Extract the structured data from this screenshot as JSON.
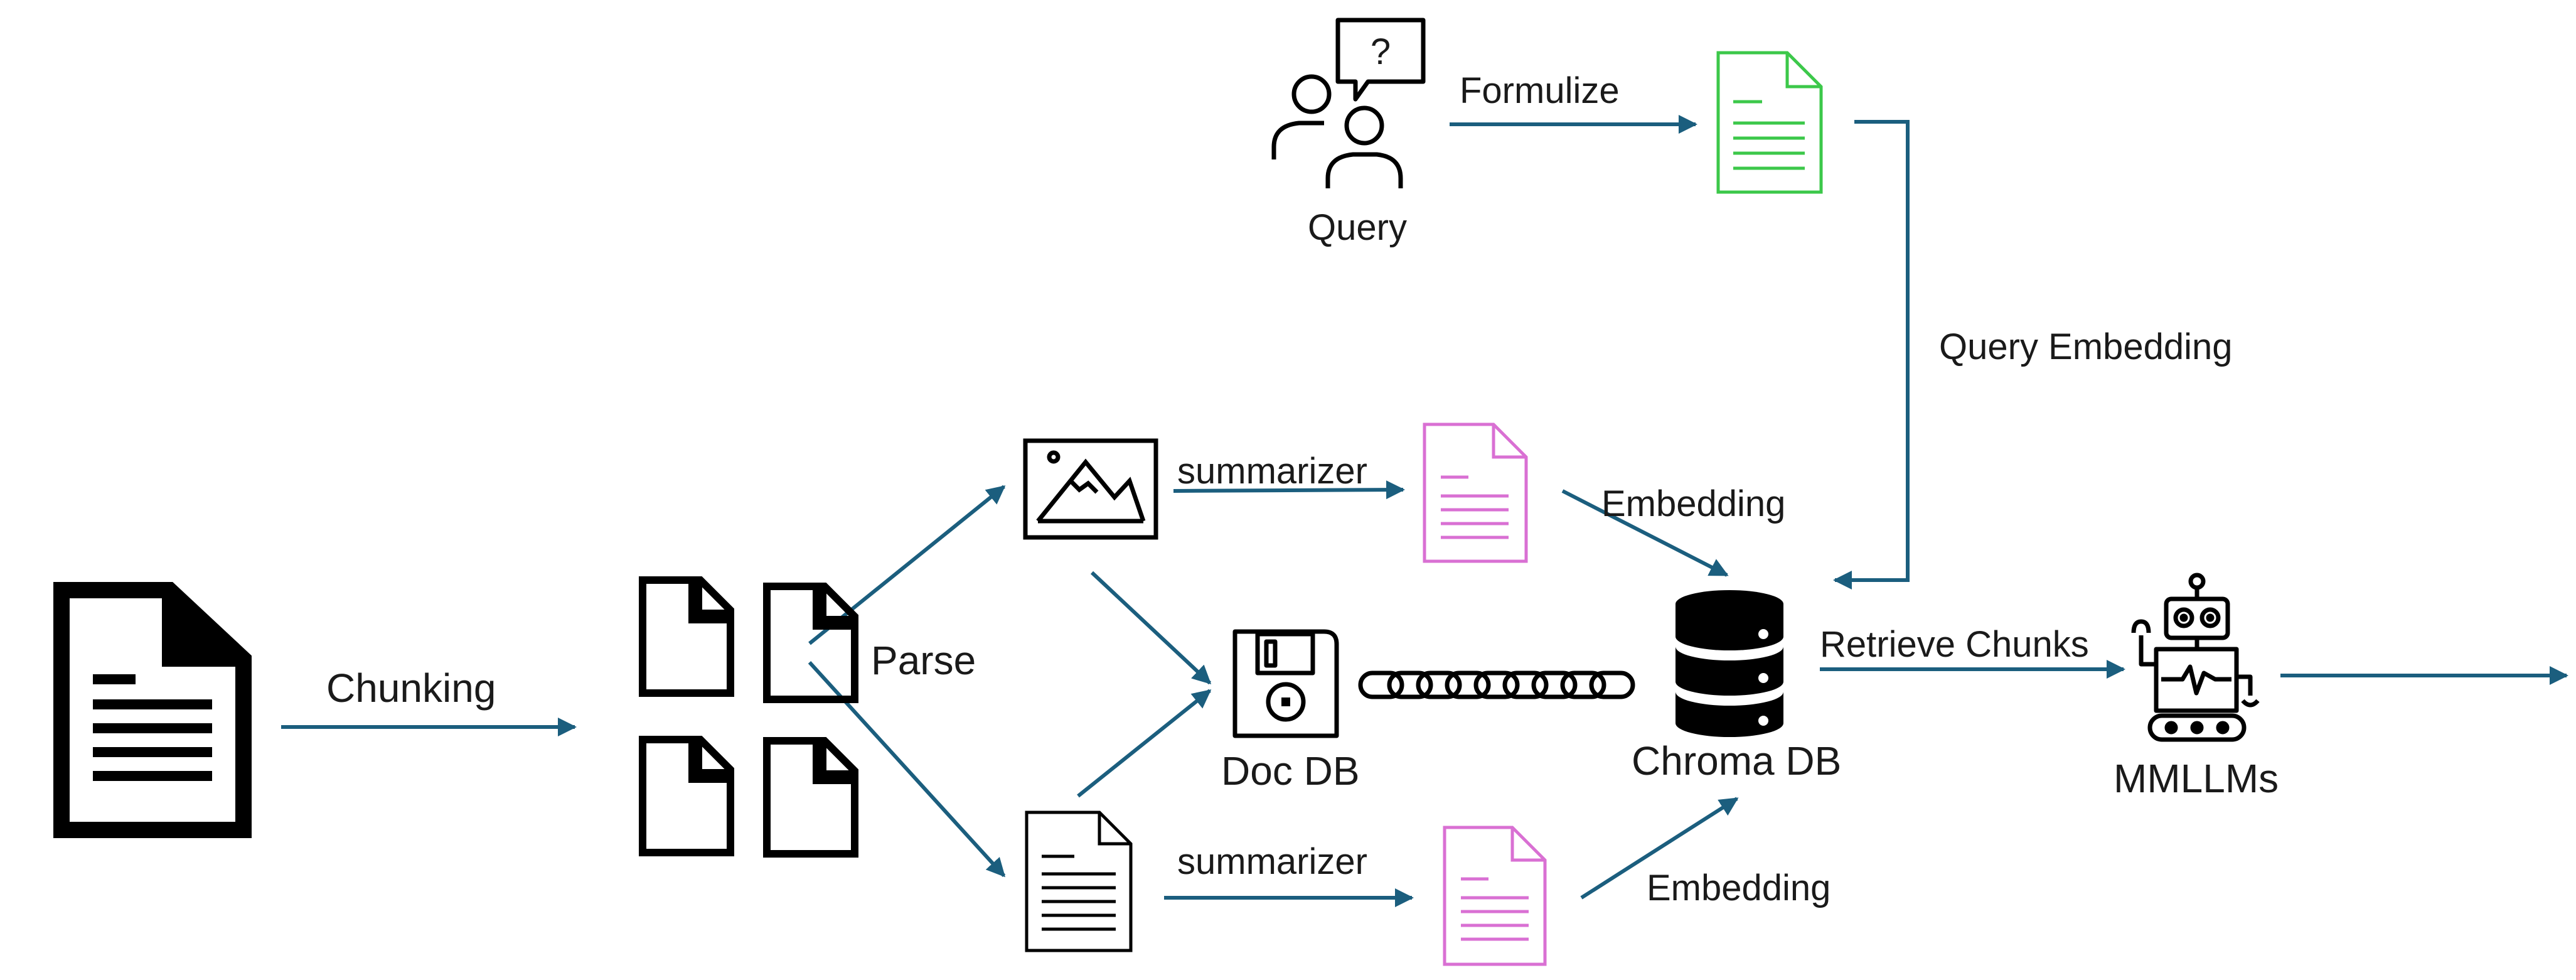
{
  "labels": {
    "chunking": "Chunking",
    "parse": "Parse",
    "query": "Query",
    "formulize": "Formulize",
    "query_embedding": "Query Embedding",
    "summarizer_top": "summarizer",
    "summarizer_bottom": "summarizer",
    "embedding_top": "Embedding",
    "embedding_bottom": "Embedding",
    "doc_db": "Doc DB",
    "chroma_db": "Chroma DB",
    "retrieve_chunks": "Retrieve Chunks",
    "mmllms": "MMLLMs",
    "question_mark": "?"
  },
  "colors": {
    "arrow": "#1b5e7e",
    "query_doc": "#3cc84a",
    "summary_doc": "#d970d3",
    "icon": "#000000"
  },
  "icons": [
    "source-document-icon",
    "chunk-document-icon",
    "image-icon",
    "text-document-icon",
    "users-question-icon",
    "query-document-icon",
    "summary-document-icon",
    "floppy-disk-icon",
    "chain-link-icon",
    "database-icon",
    "robot-icon"
  ]
}
